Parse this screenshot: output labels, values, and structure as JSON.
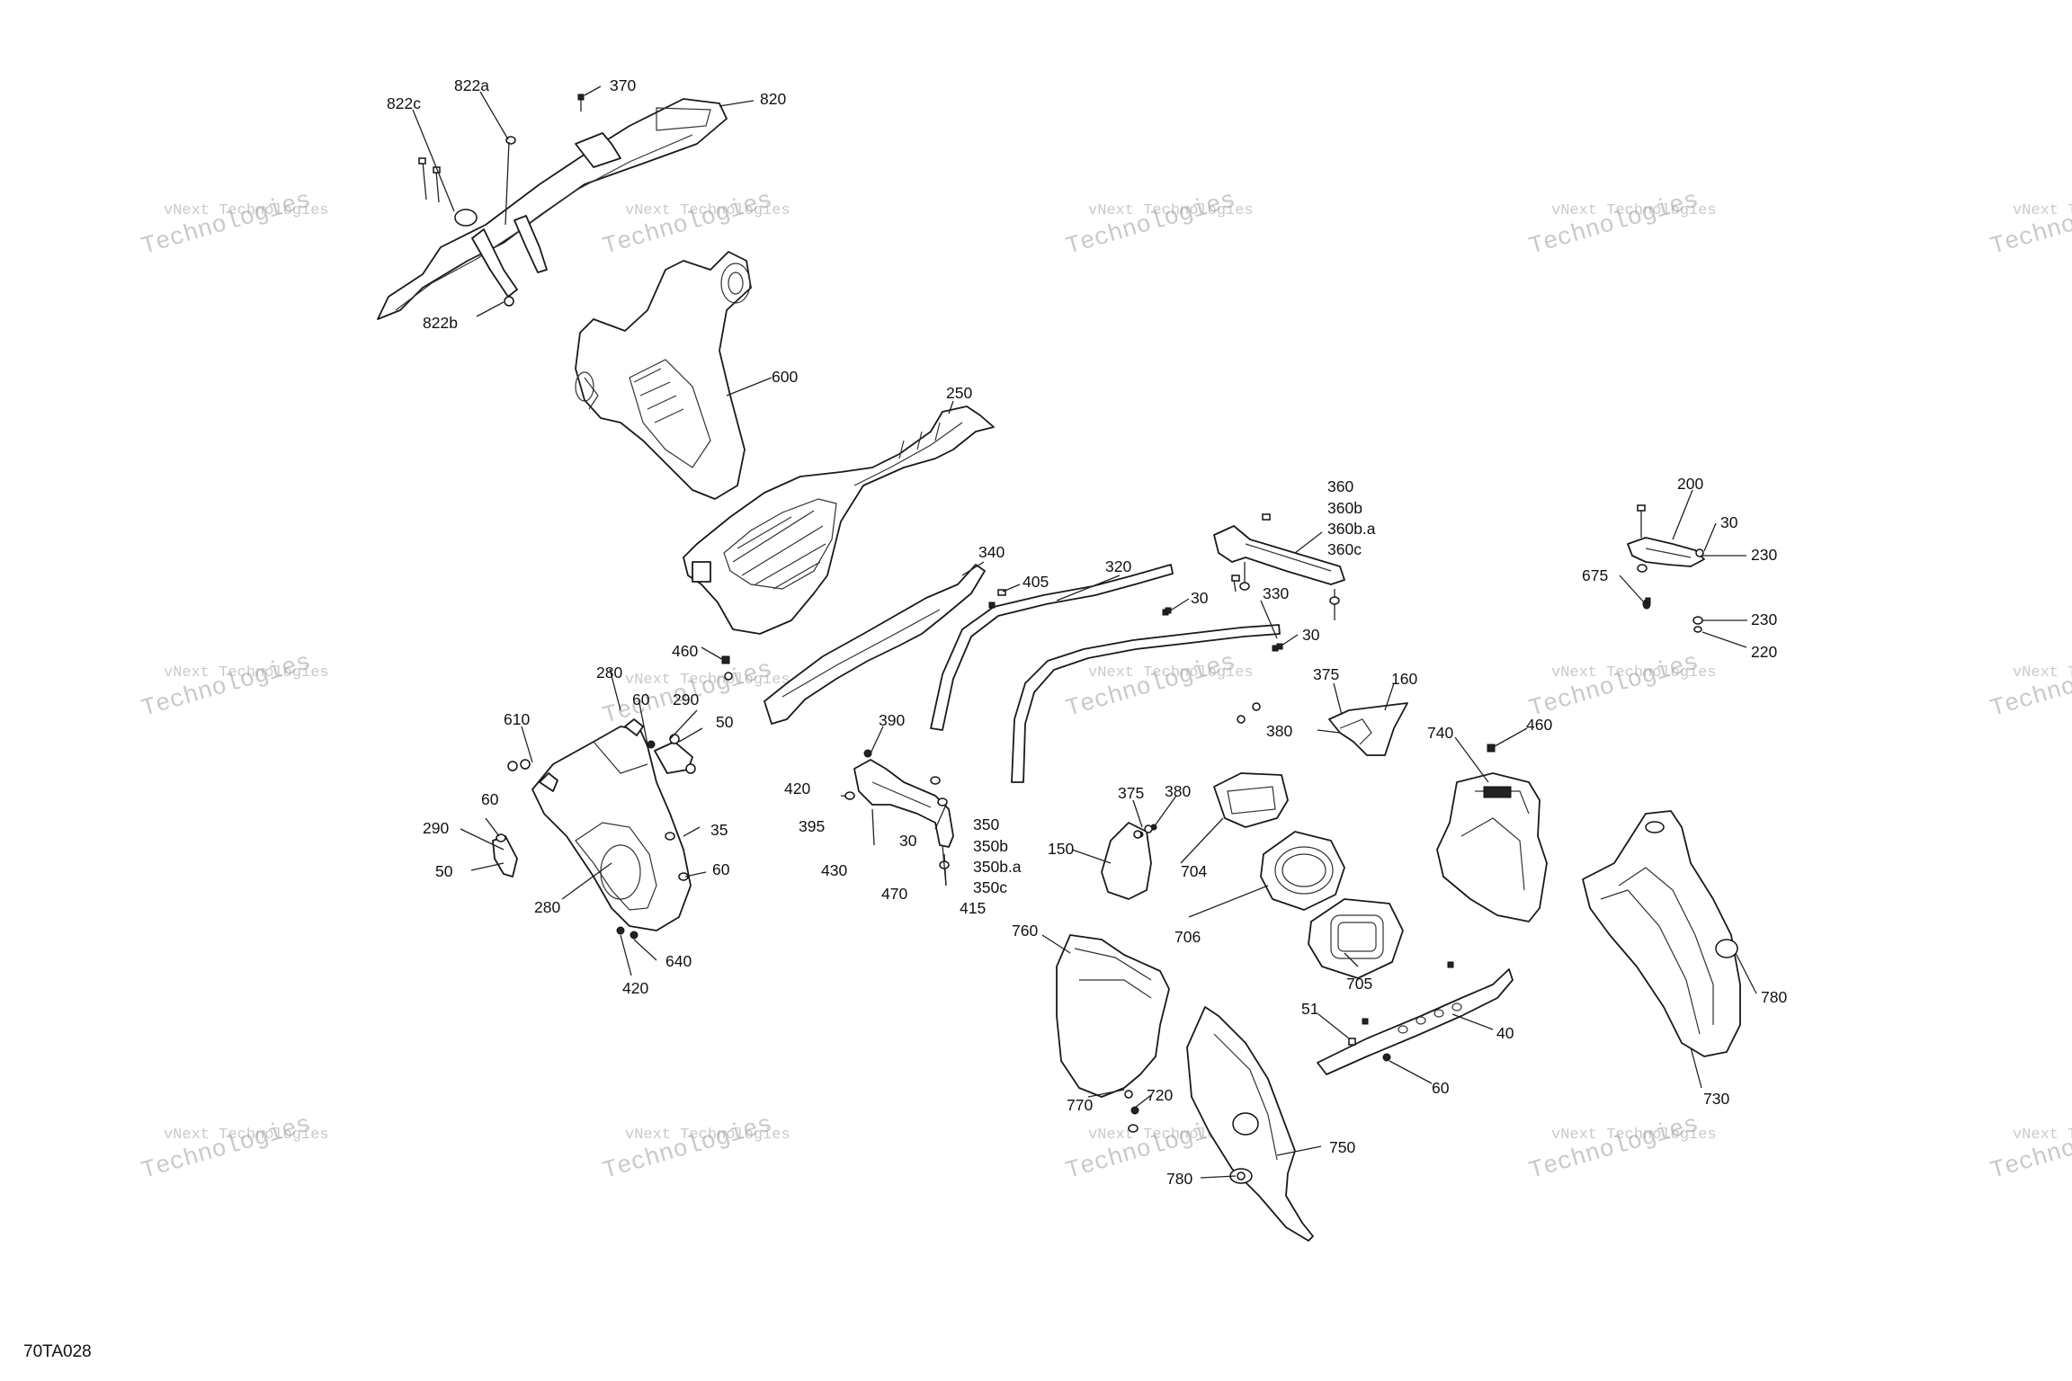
{
  "diagram": {
    "code": "70TA028",
    "watermark": {
      "line1": "vNext Technologies",
      "line2": "Technologies"
    },
    "callouts": [
      "822a",
      "822c",
      "370",
      "820",
      "822b",
      "600",
      "250",
      "360",
      "360b",
      "360b.a",
      "360c",
      "200",
      "30",
      "230",
      "675",
      "230",
      "220",
      "340",
      "405",
      "320",
      "30",
      "330",
      "30",
      "460",
      "280",
      "60",
      "290",
      "50",
      "610",
      "60",
      "290",
      "50",
      "35",
      "60",
      "280",
      "640",
      "420",
      "390",
      "420",
      "395",
      "30",
      "430",
      "350",
      "350b",
      "350b.a",
      "350c",
      "470",
      "415",
      "375",
      "160",
      "380",
      "460",
      "740",
      "375",
      "380",
      "150",
      "704",
      "706",
      "705",
      "760",
      "770",
      "720",
      "780",
      "750",
      "51",
      "40",
      "60",
      "780",
      "730"
    ]
  }
}
